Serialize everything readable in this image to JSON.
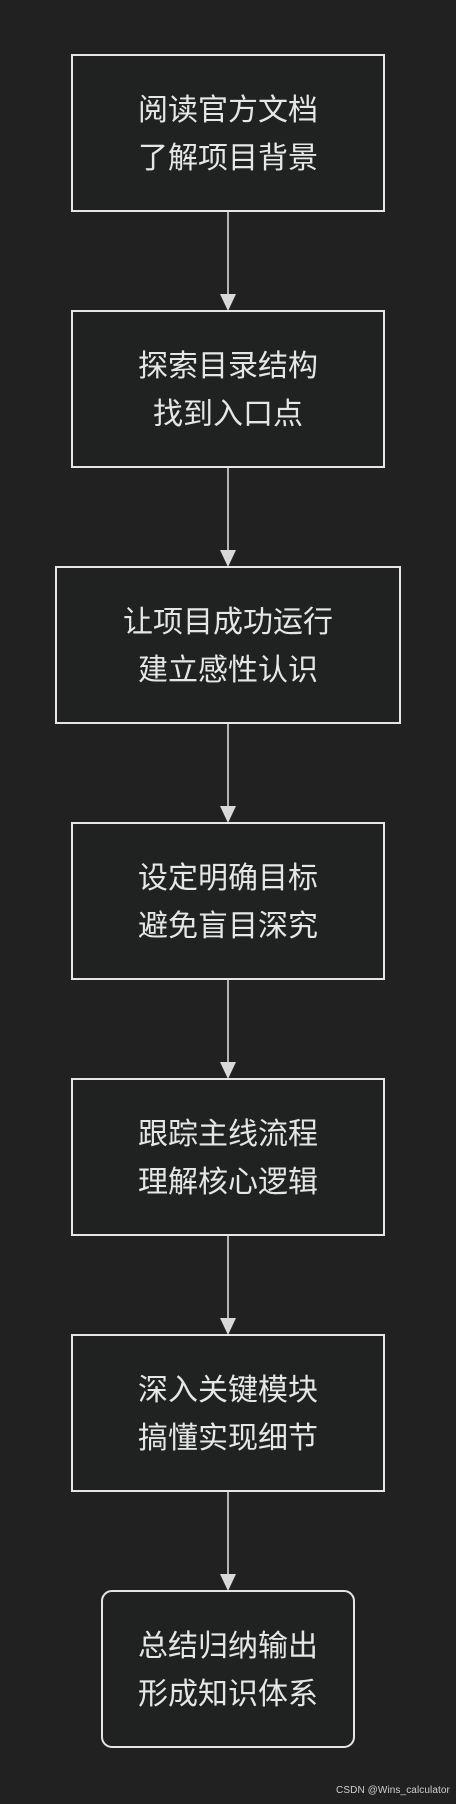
{
  "flowchart": {
    "nodes": [
      {
        "id": "n1",
        "lines": [
          "阅读官方文档",
          "了解项目背景"
        ],
        "shape": "rect"
      },
      {
        "id": "n2",
        "lines": [
          "探索目录结构",
          "找到入口点"
        ],
        "shape": "rect"
      },
      {
        "id": "n3",
        "lines": [
          "让项目成功运行",
          "建立感性认识"
        ],
        "shape": "rect"
      },
      {
        "id": "n4",
        "lines": [
          "设定明确目标",
          "避免盲目深究"
        ],
        "shape": "rect"
      },
      {
        "id": "n5",
        "lines": [
          "跟踪主线流程",
          "理解核心逻辑"
        ],
        "shape": "rect"
      },
      {
        "id": "n6",
        "lines": [
          "深入关键模块",
          "搞懂实现细节"
        ],
        "shape": "rect"
      },
      {
        "id": "n7",
        "lines": [
          "总结归纳输出",
          "形成知识体系"
        ],
        "shape": "rounded"
      }
    ],
    "edges": [
      {
        "from": "n1",
        "to": "n2"
      },
      {
        "from": "n2",
        "to": "n3"
      },
      {
        "from": "n3",
        "to": "n4"
      },
      {
        "from": "n4",
        "to": "n5"
      },
      {
        "from": "n5",
        "to": "n6"
      },
      {
        "from": "n6",
        "to": "n7"
      }
    ]
  },
  "watermark": "CSDN @Wins_calculator",
  "colors": {
    "background": "#212121",
    "node_fill": "#202222",
    "stroke": "#e6e6e6",
    "text": "#e6e6e6"
  }
}
